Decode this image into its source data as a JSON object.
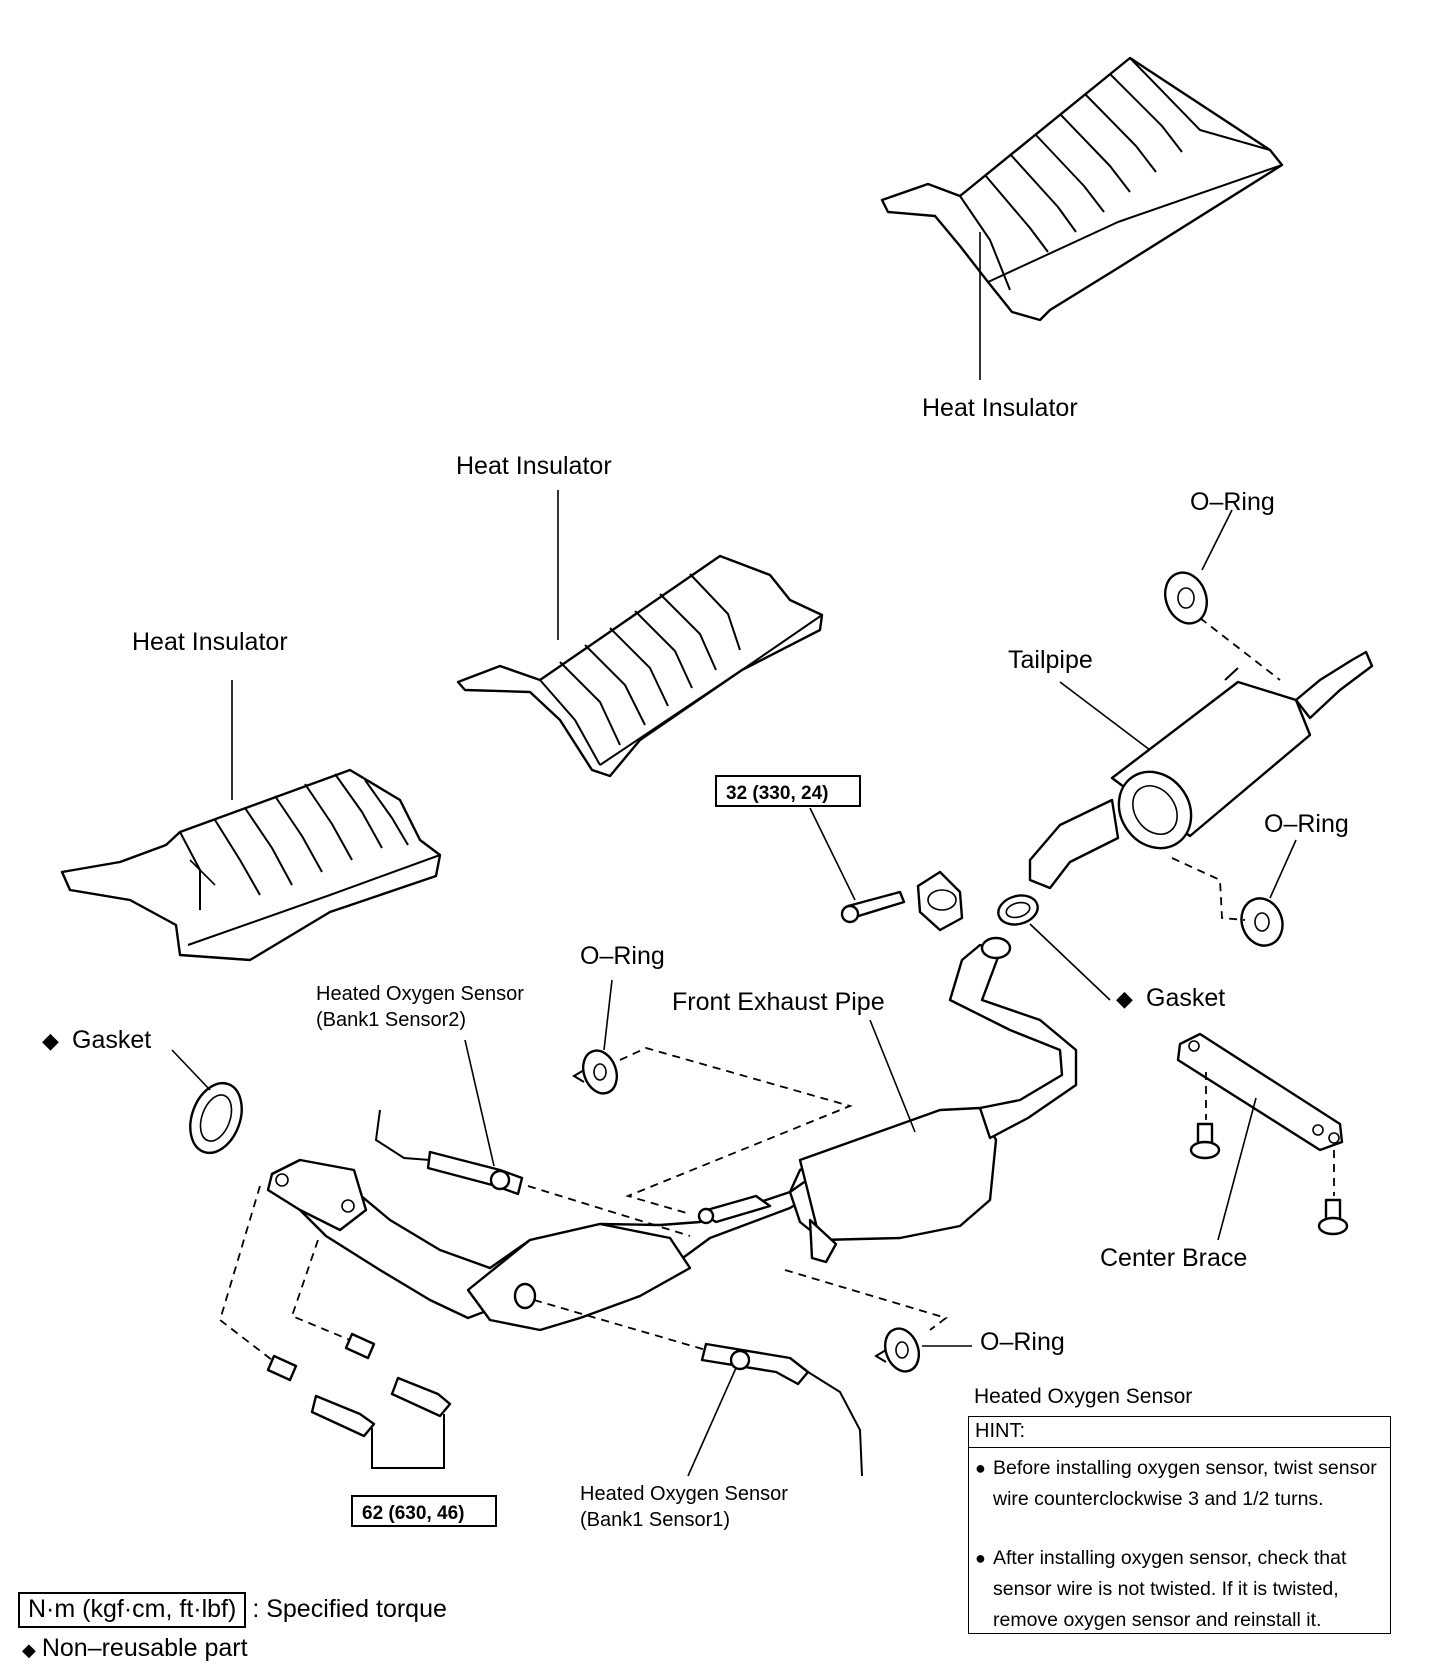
{
  "labels": {
    "heat_insulator_top": "Heat Insulator",
    "heat_insulator_mid": "Heat Insulator",
    "heat_insulator_left": "Heat Insulator",
    "o_ring_top": "O–Ring",
    "tailpipe": "Tailpipe",
    "o_ring_right": "O–Ring",
    "o_ring_center": "O–Ring",
    "front_exhaust_pipe": "Front Exhaust Pipe",
    "gasket_right": "Gasket",
    "gasket_left": "Gasket",
    "center_brace": "Center Brace",
    "o_ring_lower": "O–Ring",
    "sensor2_line1": "Heated Oxygen Sensor",
    "sensor2_line2": "(Bank1 Sensor2)",
    "sensor1_line1": "Heated Oxygen Sensor",
    "sensor1_line2": "(Bank1 Sensor1)"
  },
  "torque": {
    "clamp_bolt": "32 (330, 24)",
    "manifold_bolts": "62 (630, 46)"
  },
  "non_reusable_marker": "◆",
  "hint": {
    "caption": "Heated Oxygen Sensor",
    "title": "HINT:",
    "items": [
      "Before installing oxygen sensor, twist sensor wire counterclockwise 3 and 1/2 turns.",
      "After installing oxygen sensor, check that sensor wire is not twisted. If it is twisted, remove oxygen sensor and reinstall it."
    ]
  },
  "legend": {
    "torque_unit": "N·m (kgf·cm, ft·lbf)",
    "torque_desc": ": Specified torque",
    "non_reusable": "Non–reusable part"
  }
}
